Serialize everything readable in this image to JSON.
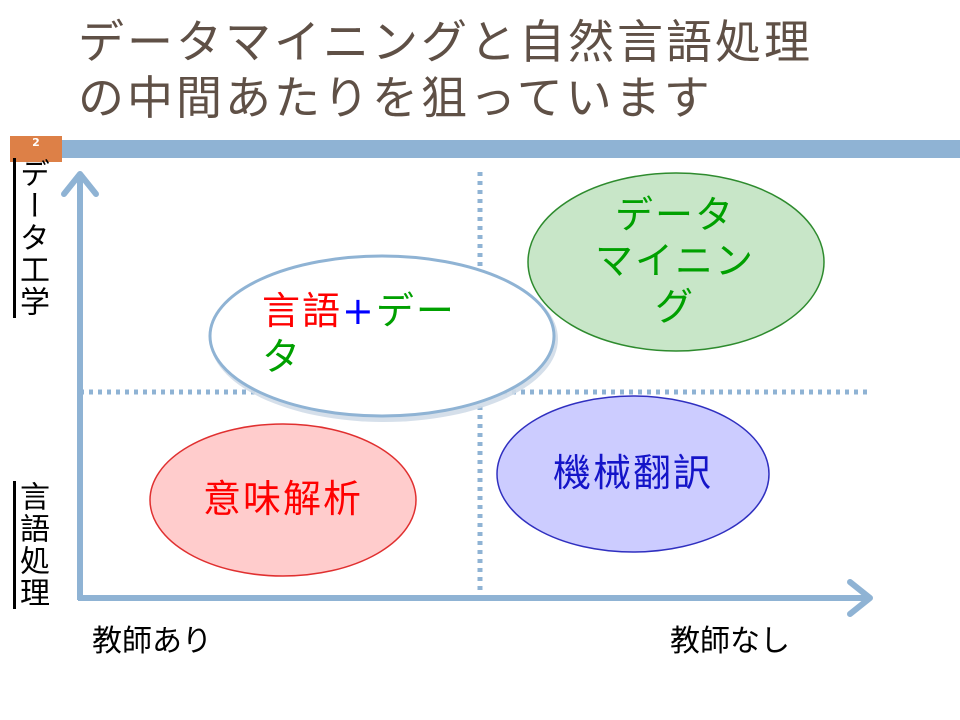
{
  "title": {
    "line1": "データマイニングと自然言語処理",
    "line2": "の中間あたりを狙っています"
  },
  "slide_number": "2",
  "axes": {
    "y_top_label": "データ工学",
    "y_bottom_label": "言語処理",
    "x_left_label": "教師あり",
    "x_right_label": "教師なし"
  },
  "ellipses": {
    "data_mining": "データマイニング",
    "language_data_part1": "言語",
    "language_data_plus": "+",
    "language_data_part2": "データ",
    "semantic_analysis": "意味解析",
    "machine_translation": "機械翻訳"
  },
  "colors": {
    "title_text": "#5f5046",
    "header_bar": "#8fb3d4",
    "slide_number_bg": "#dd8047",
    "axis": "#8fb3d4",
    "data_mining_fill": "#c8e6c8",
    "data_mining_stroke": "#2e8b2e",
    "semantic_fill": "#ffcccc",
    "semantic_stroke": "#e03030",
    "mt_fill": "#ccccff",
    "mt_stroke": "#3030c0"
  }
}
